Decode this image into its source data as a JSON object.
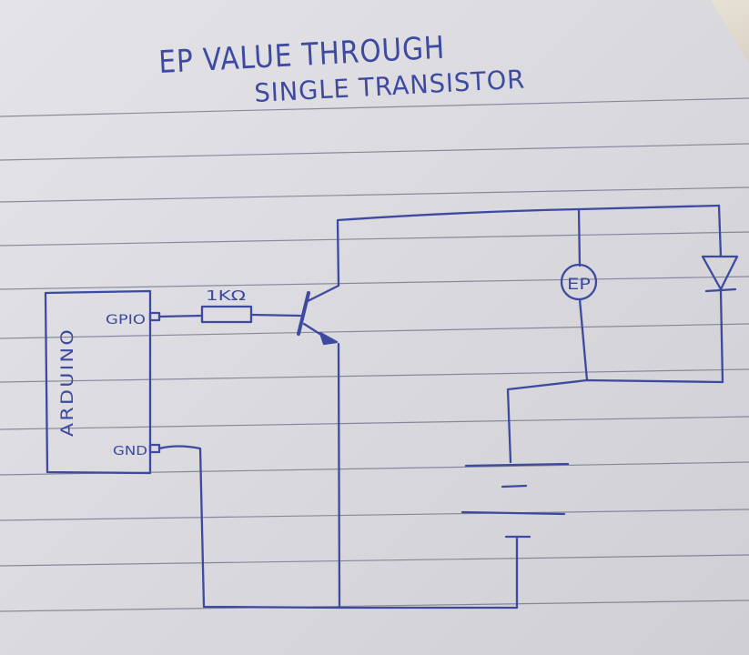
{
  "diagram": {
    "title_line1": "EP VALUE THROUGH",
    "title_line2": "SINGLE TRANSISTOR",
    "arduino_label": "ARDUINO",
    "gpio_label": "GPIO",
    "gnd_label": "GND",
    "resistor_label": "1KΩ",
    "ep_label": "EP"
  },
  "colors": {
    "ink": "#3d4aa0",
    "rule_line": "#6b6f86",
    "paper": "#dcdce1"
  }
}
